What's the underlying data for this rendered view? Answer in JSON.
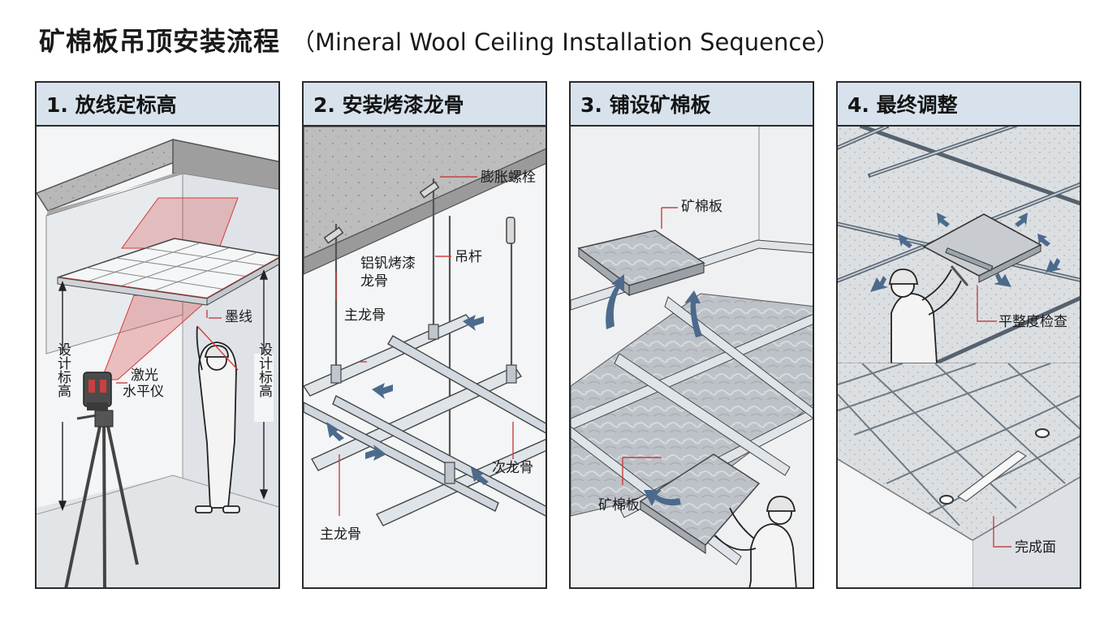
{
  "title": {
    "cn": "矿棉板吊顶安装流程",
    "en": "（Mineral Wool Ceiling Installation Sequence）"
  },
  "panels": [
    {
      "header": "1. 放线定标高",
      "labels": {
        "ink_line": "墨线",
        "laser_1": "激光",
        "laser_2": "水平仪",
        "height_left": "设计标高",
        "height_right": "设计标高"
      }
    },
    {
      "header": "2. 安装烤漆龙骨",
      "labels": {
        "bolt": "膨胀螺栓",
        "rod": "吊杆",
        "keel_1": "铝钒烤漆",
        "keel_2": "龙骨",
        "main_keel_top": "主龙骨",
        "sub_keel": "次龙骨",
        "main_keel_bottom": "主龙骨"
      }
    },
    {
      "header": "3. 铺设矿棉板",
      "labels": {
        "board_top": "矿棉板",
        "board_bottom": "矿棉板"
      }
    },
    {
      "header": "4. 最终调整",
      "labels": {
        "flatness": "平整度检查",
        "finish": "完成面"
      }
    }
  ],
  "colors": {
    "header_bg": "#d7e2ec",
    "panel_bg": "#f3f5f7",
    "laser": "#d23c3c",
    "arrow": "#4d6a8c",
    "keel": "#c9d2db",
    "board": "#b9bfc4"
  }
}
